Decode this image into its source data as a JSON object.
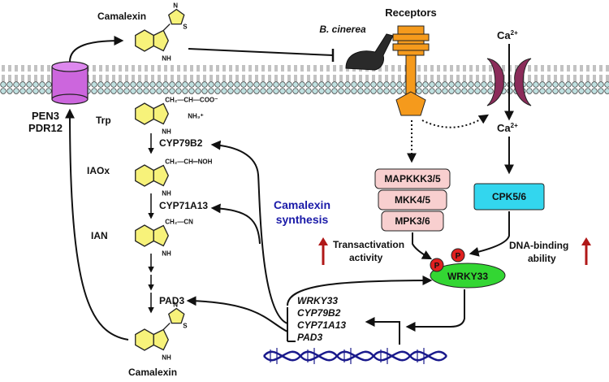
{
  "labels": {
    "camalexin_top": "Camalexin",
    "camalexin_bottom": "Camalexin",
    "b_cinerea": "B. cinerea",
    "receptors": "Receptors",
    "ca_top": "Ca",
    "ca_mid": "Ca",
    "ca_sup": "2+",
    "transporter_1": "PEN3",
    "transporter_2": "PDR12",
    "trp": "Trp",
    "iaox": "IAOx",
    "ian": "IAN",
    "cyp79b2": "CYP79B2",
    "cyp71a13": "CYP71A13",
    "pad3": "PAD3",
    "synth_1": "Camalexin",
    "synth_2": "synthesis",
    "mapkkk": "MAPKKK3/5",
    "mkk": "MKK4/5",
    "mpk": "MPK3/6",
    "cpk": "CPK5/6",
    "transact_1": "Transactivation",
    "transact_2": "activity",
    "dnabind_1": "DNA-binding",
    "dnabind_2": "ability",
    "wrky33": "WRKY33",
    "p1": "P",
    "p2": "P",
    "gene_1": "WRKY33",
    "gene_2": "CYP79B2",
    "gene_3": "CYP71A13",
    "gene_4": "PAD3",
    "chem_trp_1": "CH₂—CH—COO⁻",
    "chem_trp_2": "NH₃⁺",
    "chem_iaox": "CH₂—CH═NOH",
    "chem_ian": "CH₂—CN",
    "nh": "NH",
    "s": "S",
    "n": "N"
  },
  "colors": {
    "membrane": "#bfe0e0",
    "transporter": "#cc66dd",
    "receptor": "#f59a1c",
    "channel": "#8b2c5a",
    "kinase": "#f8cfcf",
    "cpk": "#33d6ee",
    "wrky": "#33d633",
    "phospho": "#e02020",
    "ring": "#f7f27a",
    "dna": "#1a1a8c",
    "up_arrow": "#b01818"
  }
}
